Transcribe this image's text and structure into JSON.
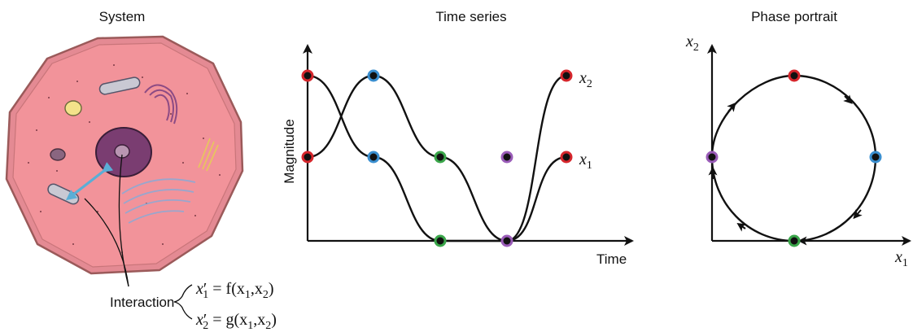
{
  "panels": {
    "system": {
      "title": "System"
    },
    "time_series": {
      "title": "Time series",
      "ylabel": "Magnitude",
      "xlabel": "Time",
      "series": [
        {
          "var": "x",
          "sub": "2"
        },
        {
          "var": "x",
          "sub": "1"
        }
      ]
    },
    "phase_portrait": {
      "title": "Phase portrait",
      "xlabel": {
        "var": "x",
        "sub": "1"
      },
      "ylabel": {
        "var": "x",
        "sub": "2"
      }
    }
  },
  "interaction": {
    "label": "Interaction",
    "equation1": {
      "lhs": "x",
      "sub": "1",
      "prime": "′",
      "rhs_open": " = f(x",
      "rhs_mid": ",x",
      "rhs_close": ")",
      "s1": "1",
      "s2": "2"
    },
    "equation2": {
      "lhs": "x",
      "sub": "2",
      "prime": "′",
      "rhs_open": " = g(x",
      "rhs_mid": ",x",
      "rhs_close": ")",
      "s1": "1",
      "s2": "2"
    }
  },
  "colors": {
    "red": "#d6262c",
    "blue": "#3a8fd0",
    "green": "#3aa64a",
    "purple": "#9a5cb8",
    "cell_fill": "#f08f97",
    "cell_border": "#b76a6a",
    "nucleus": "#7a3d71",
    "arrow": "#5aaed6"
  }
}
